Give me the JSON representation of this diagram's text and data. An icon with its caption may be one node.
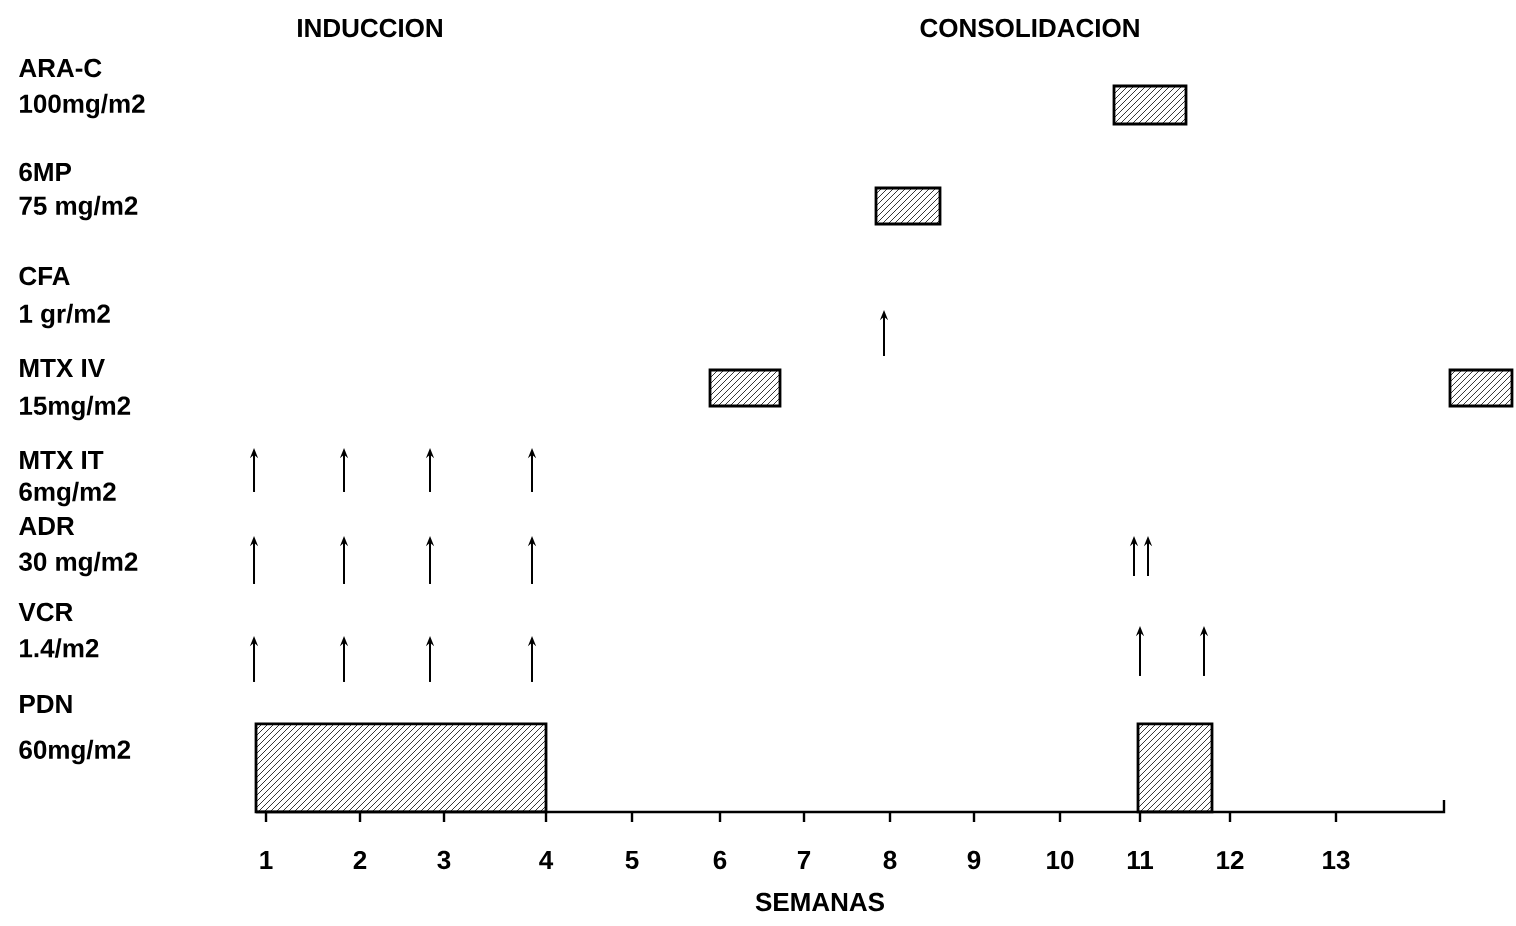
{
  "diagram": {
    "labels": [
      "INDUCCION",
      "CONSOLIDACION",
      "ARA-C",
      "100mg/m2",
      "6MP",
      "75 mg/m2",
      "CFA",
      "1 gr/m2",
      "MTX IV",
      "15mg/m2",
      "MTX IT",
      "6mg/m2",
      "ADR",
      "30 mg/m2",
      "VCR",
      "1.4/m2",
      "PDN",
      "60mg/m2",
      "1",
      "2",
      "3",
      "4",
      "5",
      "6",
      "7",
      "8",
      "9",
      "10",
      "11",
      "12",
      "13",
      "SEMANAS"
    ]
  }
}
